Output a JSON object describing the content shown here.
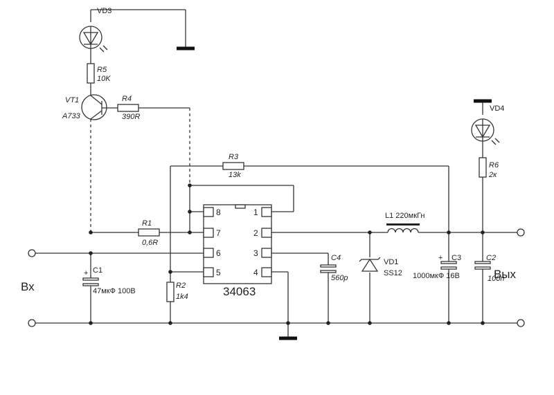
{
  "components": {
    "vd3": {
      "ref": "VD3"
    },
    "r5": {
      "ref": "R5",
      "value": "10K"
    },
    "vt1": {
      "ref": "VT1",
      "value": "A733"
    },
    "r4": {
      "ref": "R4",
      "value": "390R"
    },
    "r3": {
      "ref": "R3",
      "value": "13k"
    },
    "r1": {
      "ref": "R1",
      "value": "0,6R"
    },
    "r2": {
      "ref": "R2",
      "value": "1k4"
    },
    "c1": {
      "ref": "C1",
      "value": "47мкФ 100В",
      "polarity": "+"
    },
    "c4": {
      "ref": "C4",
      "value": "560p"
    },
    "vd1": {
      "ref": "VD1",
      "value": "SS12"
    },
    "l1": {
      "label": "L1 220мкГн"
    },
    "c3": {
      "ref": "C3",
      "value": "1000мкФ 16В",
      "polarity": "+"
    },
    "c2": {
      "ref": "C2",
      "value": "100п"
    },
    "r6": {
      "ref": "R6",
      "value": "2к"
    },
    "vd4": {
      "ref": "VD4"
    },
    "ic": {
      "label": "34063",
      "pins": [
        "1",
        "2",
        "3",
        "4",
        "5",
        "6",
        "7",
        "8"
      ]
    }
  },
  "terminals": {
    "input": "Вх",
    "output": "Вых"
  }
}
